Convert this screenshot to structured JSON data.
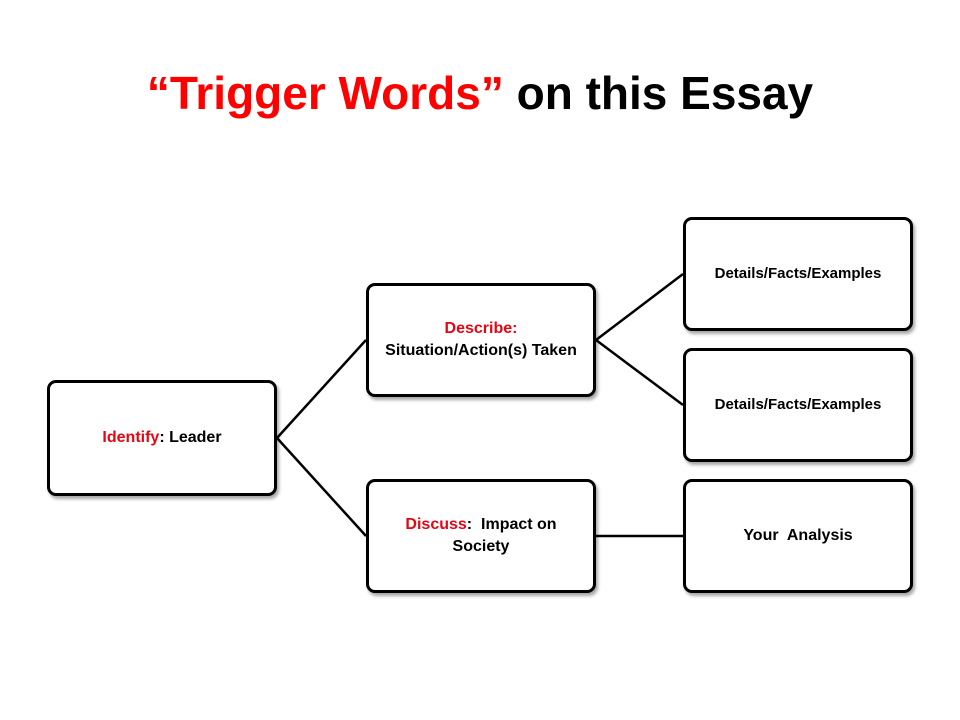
{
  "title": {
    "open_quote": "“",
    "accent": "Trigger Words",
    "close_quote": "”",
    "rest": " on this Essay"
  },
  "colors": {
    "accent": "#ff0000",
    "keyword": "#e30613",
    "border": "#000000"
  },
  "nodes": {
    "identify": {
      "keyword": "Identify",
      "text": ": Leader"
    },
    "describe": {
      "keyword": "Describe:",
      "text": "Situation/Action(s) Taken"
    },
    "discuss": {
      "keyword": "Discuss",
      "text": ":  Impact on Society"
    },
    "details_1": {
      "text": "Details/Facts/Examples"
    },
    "details_2": {
      "text": "Details/Facts/Examples"
    },
    "analysis": {
      "text": "Your  Analysis"
    }
  }
}
